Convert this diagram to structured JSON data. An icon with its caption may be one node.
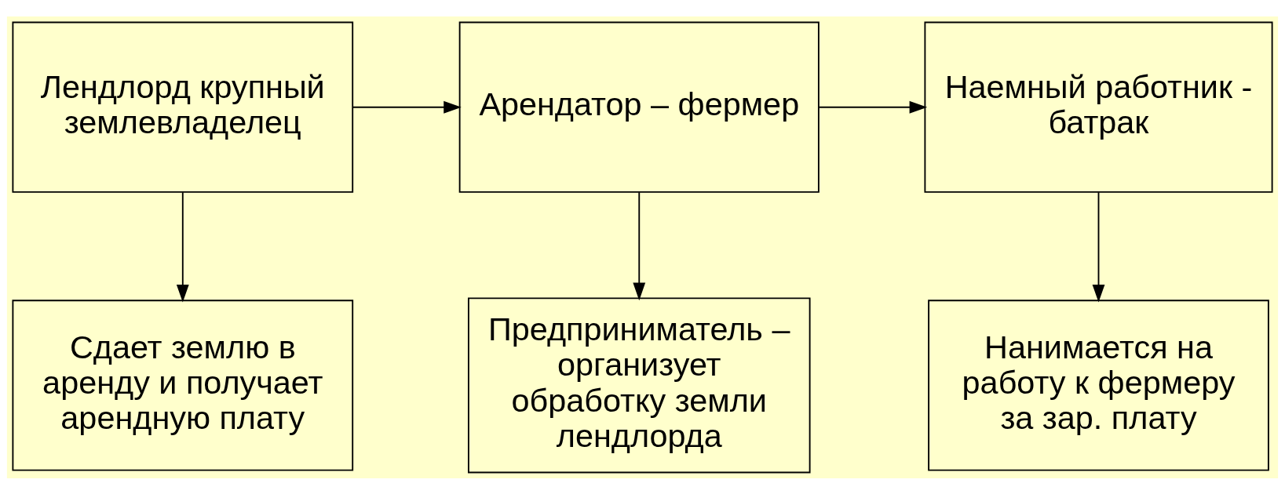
{
  "diagram": {
    "nodes": [
      {
        "text": [
          "Лендлорд крупный землевладелец"
        ]
      },
      {
        "text": [
          "Арендатор – фермер"
        ]
      },
      {
        "text": [
          "Наемный работник - батрак"
        ]
      },
      {
        "text": [
          "Сдает землю в аренду и получает арендную плату"
        ]
      },
      {
        "text": [
          "Предприниматель – организует обработку земли лендлорда"
        ]
      },
      {
        "text": [
          "Нанимается на работу к фермеру за зар. плату"
        ]
      }
    ],
    "edges": [
      {
        "from": 0,
        "to": 1,
        "arrow": "to"
      },
      {
        "from": 1,
        "to": 2,
        "arrow": "to"
      },
      {
        "from": 0,
        "to": 3,
        "arrow": "to"
      },
      {
        "from": 1,
        "to": 4,
        "arrow": "to"
      },
      {
        "from": 2,
        "to": 5,
        "arrow": "to"
      }
    ]
  }
}
